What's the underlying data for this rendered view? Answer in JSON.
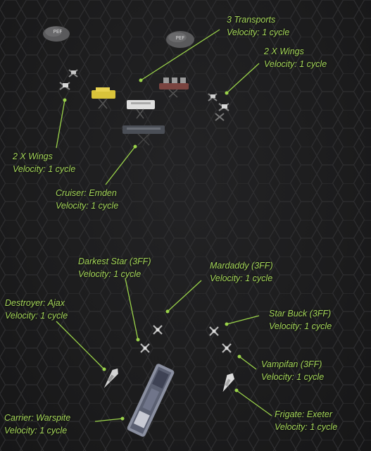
{
  "markers": [
    {
      "id": "pef-left",
      "text": "PEF"
    },
    {
      "id": "pef-right",
      "text": "PEF"
    }
  ],
  "labels": [
    {
      "id": "transports",
      "name": "3 Transports",
      "velocity": "Velocity: 1 cycle"
    },
    {
      "id": "xwings-right",
      "name": "2 X Wings",
      "velocity": "Velocity: 1 cycle"
    },
    {
      "id": "xwings-left",
      "name": "2 X Wings",
      "velocity": "Velocity: 1 cycle"
    },
    {
      "id": "cruiser",
      "name": "Cruiser: Emden",
      "velocity": "Velocity: 1 cycle"
    },
    {
      "id": "darkest-star",
      "name": "Darkest Star (3FF)",
      "velocity": "Velocity: 1 cycle"
    },
    {
      "id": "mardaddy",
      "name": "Mardaddy (3FF)",
      "velocity": "Velocity: 1 cycle"
    },
    {
      "id": "destroyer",
      "name": "Destroyer: Ajax",
      "velocity": "Velocity: 1 cycle"
    },
    {
      "id": "star-buck",
      "name": "Star Buck (3FF)",
      "velocity": "Velocity: 1 cycle"
    },
    {
      "id": "vampifan",
      "name": "Vampifan (3FF)",
      "velocity": "Velocity: 1 cycle"
    },
    {
      "id": "carrier",
      "name": "Carrier: Warspite",
      "velocity": "Velocity: 1 cycle"
    },
    {
      "id": "frigate",
      "name": "Frigate: Exeter",
      "velocity": "Velocity: 1 cycle"
    }
  ],
  "colors": {
    "label_text": "#a6d85a",
    "board_bg": "#1c1c1d",
    "hex_line": "#2c2c2e"
  }
}
